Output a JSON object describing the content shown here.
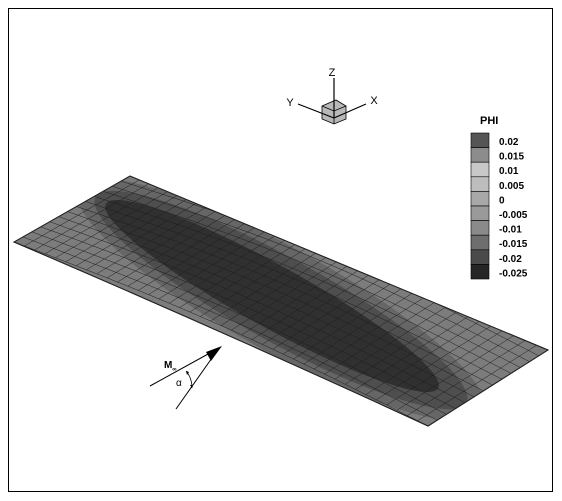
{
  "axes": {
    "x_label": "X",
    "y_label": "Y",
    "z_label": "Z"
  },
  "legend": {
    "title": "PHI",
    "levels": [
      "0.02",
      "0.015",
      "0.01",
      "0.005",
      "0",
      "-0.005",
      "-0.01",
      "-0.015",
      "-0.02",
      "-0.025"
    ],
    "colors": [
      "#555555",
      "#8c8c8c",
      "#c8c8c8",
      "#bdbdbd",
      "#a8a8a8",
      "#9a9a9a",
      "#8a8a8a",
      "#6e6e6e",
      "#4a4a4a",
      "#252525"
    ]
  },
  "flow": {
    "mach_label": "M",
    "mach_subscript": "∞",
    "angle_label": "α"
  },
  "surface": {
    "columns": 40,
    "rows": 13
  }
}
